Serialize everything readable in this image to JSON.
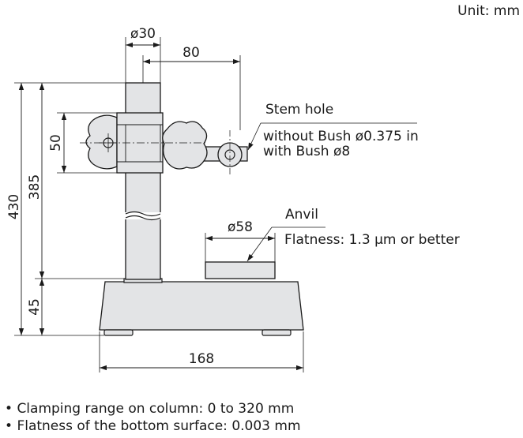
{
  "unit_label": "Unit: mm",
  "dimensions": {
    "column_diameter": "ø30",
    "arm_reach": "80",
    "clamp_height": "50",
    "overall_height": "430",
    "column_height": "385",
    "base_height": "45",
    "base_width": "168",
    "anvil_diameter": "ø58"
  },
  "callouts": {
    "stem_hole_title": "Stem hole",
    "stem_hole_without_bush": "without Bush ø0.375 in",
    "stem_hole_with_bush": "with Bush ø8",
    "anvil_title": "Anvil",
    "anvil_flatness": "Flatness: 1.3 µm or better"
  },
  "notes": [
    "Clamping range on column: 0 to 320 mm",
    "Flatness of the bottom surface: 0.003 mm"
  ],
  "colors": {
    "line": "#1a1a1a",
    "fill": "#e3e4e6"
  }
}
